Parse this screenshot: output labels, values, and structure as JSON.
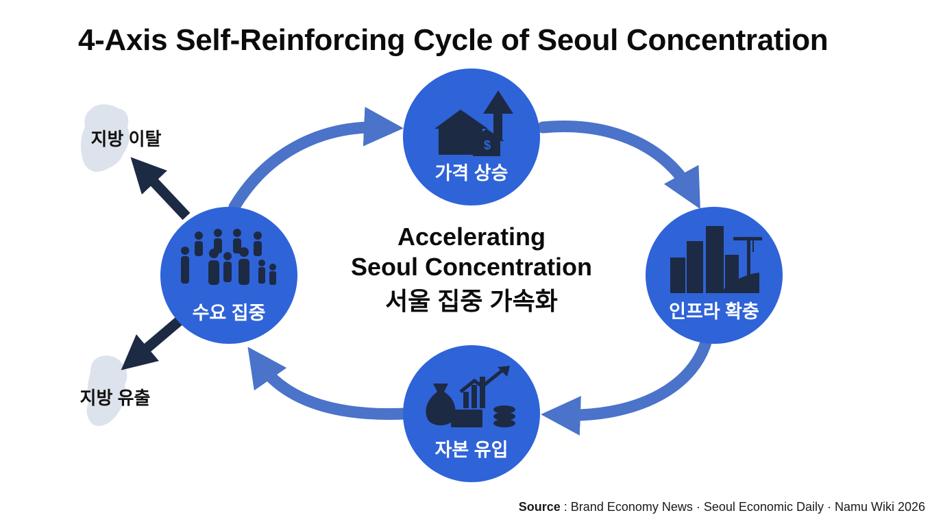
{
  "title": "4-Axis Self-Reinforcing Cycle of Seoul Concentration",
  "center": {
    "line1": "Accelerating",
    "line2": "Seoul Concentration",
    "line3": "서울 집중 가속화"
  },
  "nodes": {
    "price": {
      "label": "가격 상승",
      "icon": "house-price-up-icon"
    },
    "infra": {
      "label": "인프라 확충",
      "icon": "city-construction-icon"
    },
    "capital": {
      "label": "자본 유입",
      "icon": "money-growth-icon"
    },
    "demand": {
      "label": "수요 집중",
      "icon": "crowd-people-icon"
    }
  },
  "outflows": {
    "top": "지방 이탈",
    "bottom": "지방 유출"
  },
  "source": {
    "label": "Source",
    "text": " : Brand Economy News · Seoul Economic Daily · Namu Wiki 2026"
  },
  "colors": {
    "node_fill": "#2f63d8",
    "cycle_arrow": "#4a73c9",
    "outflow_arrow": "#1d2a44",
    "region_shape": "#dde3ec"
  }
}
